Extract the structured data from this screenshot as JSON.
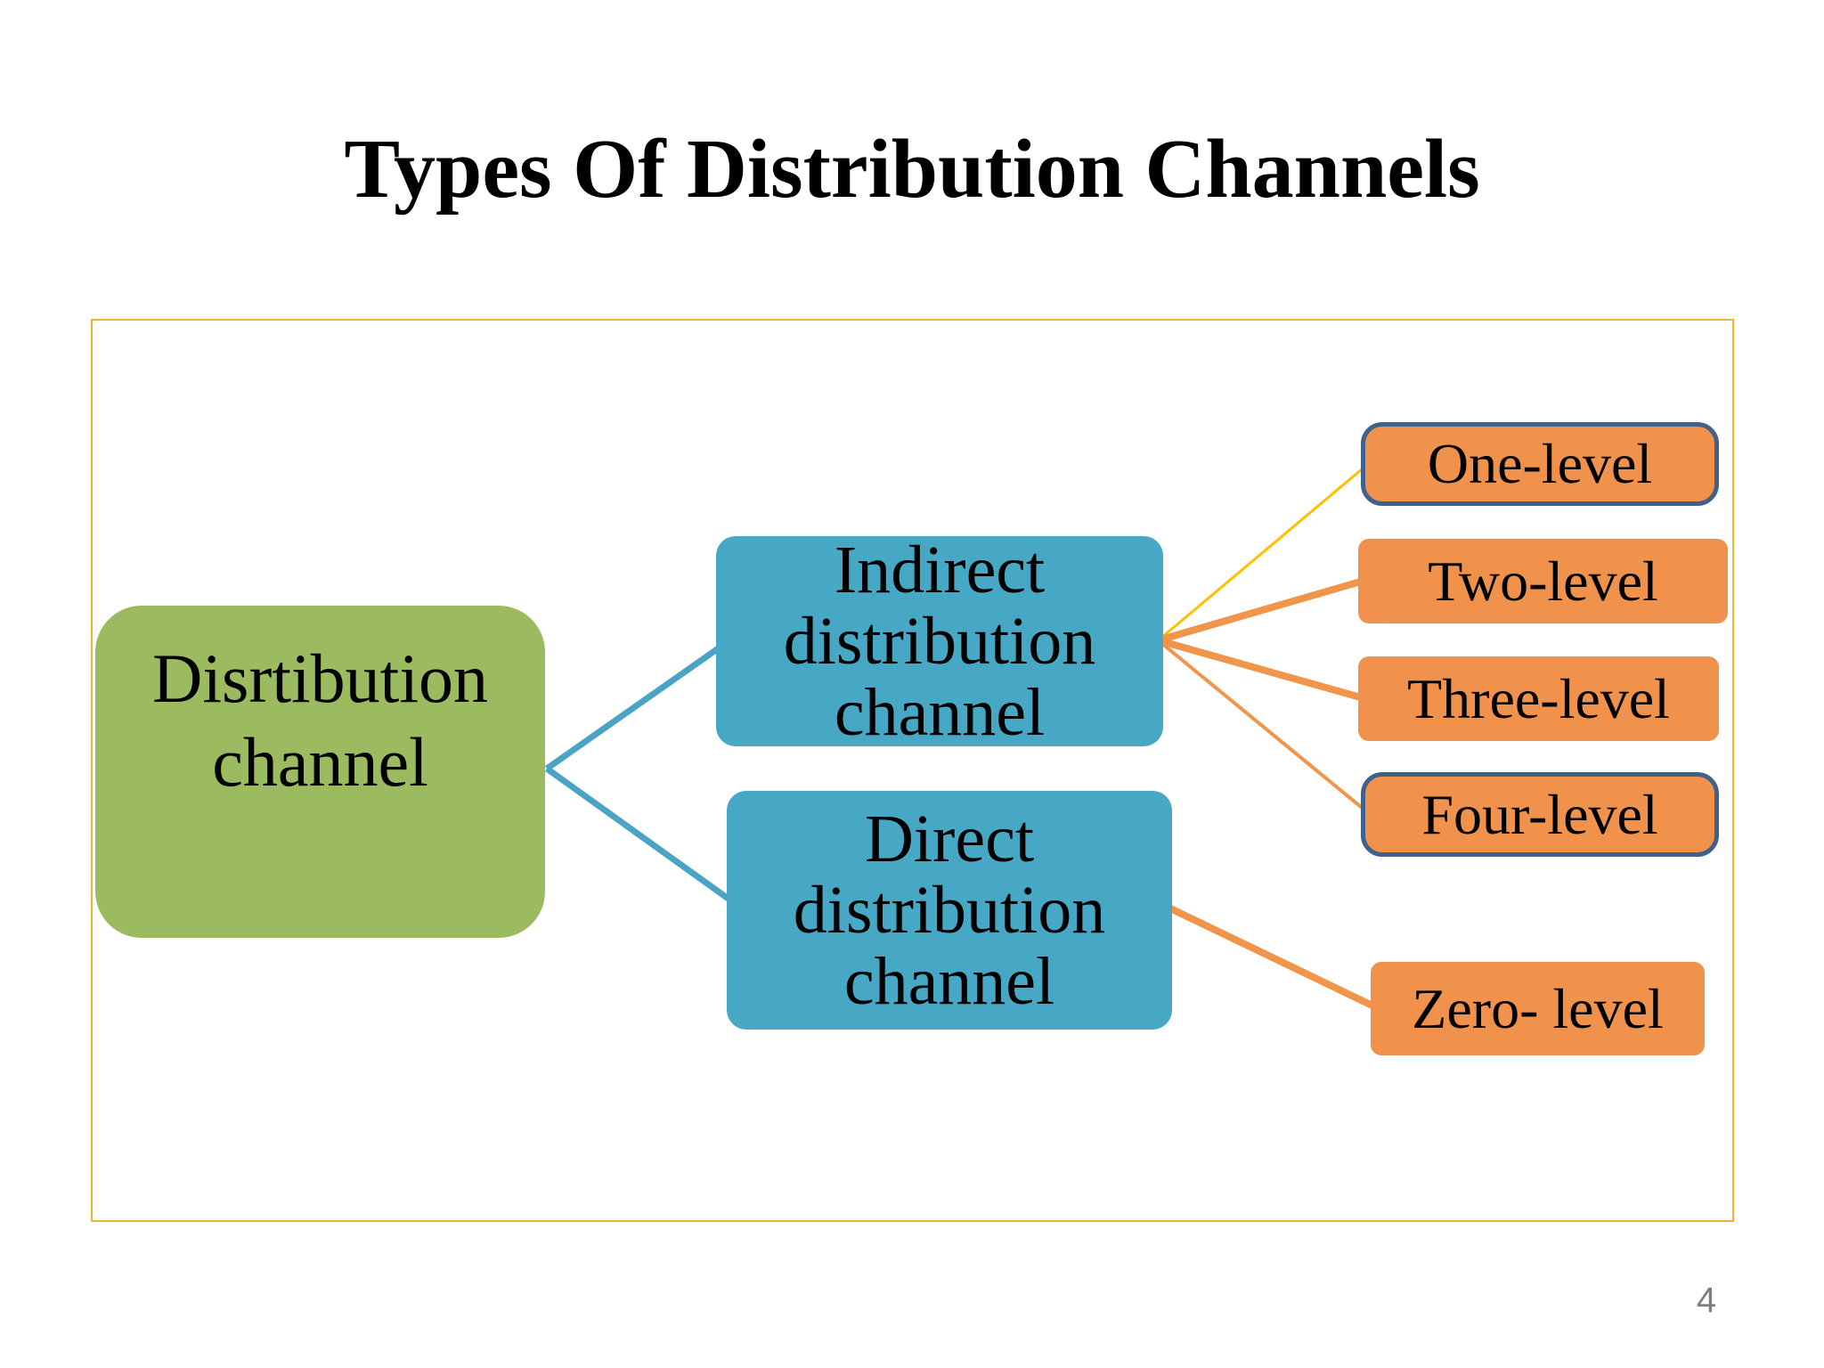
{
  "slide": {
    "title": "Types Of Distribution Channels",
    "page_number": "4"
  },
  "diagram": {
    "root": {
      "label": "Disrtibution channel"
    },
    "branches": [
      {
        "label": "Indirect distribution channel",
        "children": [
          "One-level",
          "Two-level",
          "Three-level",
          "Four-level"
        ]
      },
      {
        "label": "Direct distribution channel",
        "children": [
          "Zero- level"
        ]
      }
    ]
  },
  "palette": {
    "slide_bg": "#FFFFFF",
    "frame_border": "#EEB52F",
    "root_fill": "#9CBA5F",
    "branch_fill": "#47A8C6",
    "level_fill": "#F0924B",
    "level_border": "#3F618C",
    "connector_teal": "#4BA3C6",
    "connector_orange": "#F0954A",
    "connector_yellow": "#FFC000",
    "title_color": "#000000",
    "text_color": "#000000",
    "page_number_color": "#7F7F7F"
  }
}
